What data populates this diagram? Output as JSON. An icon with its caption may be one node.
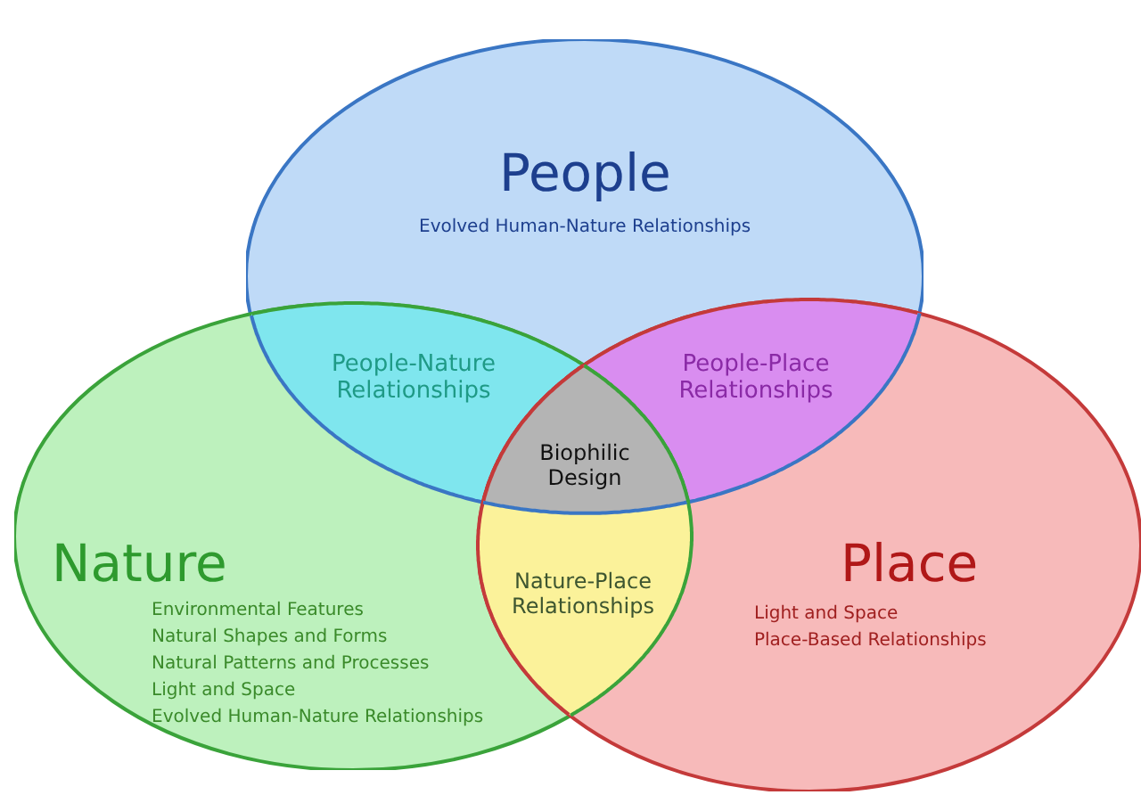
{
  "diagram": {
    "nodes": [
      {
        "text": [
          "People",
          "Evolved Human-Nature Relationships"
        ]
      },
      {
        "text": [
          "Nature",
          "Environmental Features",
          "Natural Shapes and Forms",
          "Natural Patterns and Processes",
          "Light and Space",
          "Evolved Human-Nature Relationships"
        ]
      },
      {
        "text": [
          "Place",
          "Light and Space",
          "Place-Based Relationships"
        ]
      },
      {
        "text": [
          "People-Nature Relationships"
        ]
      },
      {
        "text": [
          "People-Place Relationships"
        ]
      },
      {
        "text": [
          "Biophilic Design"
        ]
      },
      {
        "text": [
          "Nature-Place Relationships"
        ]
      }
    ],
    "edges": []
  }
}
